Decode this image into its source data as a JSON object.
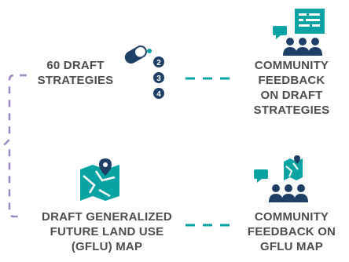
{
  "colors": {
    "teal": "#0aa3a3",
    "navy": "#1e3f66",
    "text": "#4d4d4d",
    "purple_dash": "#9a88c6"
  },
  "nodes": {
    "draft_strategies": {
      "lines": [
        "60 DRAFT",
        "STRATEGIES"
      ]
    },
    "feedback_strategies": {
      "lines": [
        "COMMUNITY",
        "FEEDBACK",
        "ON DRAFT",
        "STRATEGIES"
      ]
    },
    "gflu_map": {
      "lines": [
        "DRAFT GENERALIZED",
        "FUTURE LAND USE",
        "(GFLU) MAP"
      ]
    },
    "feedback_gflu": {
      "lines": [
        "COMMUNITY",
        "FEEDBACK ON",
        "GFLU MAP"
      ]
    }
  },
  "bubbles": [
    "2",
    "3",
    "4"
  ],
  "icons": {
    "draft_strategies": "pill-bubbles-icon",
    "feedback_strategies": "presentation-audience-icon",
    "gflu_map": "map-pin-icon",
    "feedback_gflu": "map-audience-icon"
  }
}
